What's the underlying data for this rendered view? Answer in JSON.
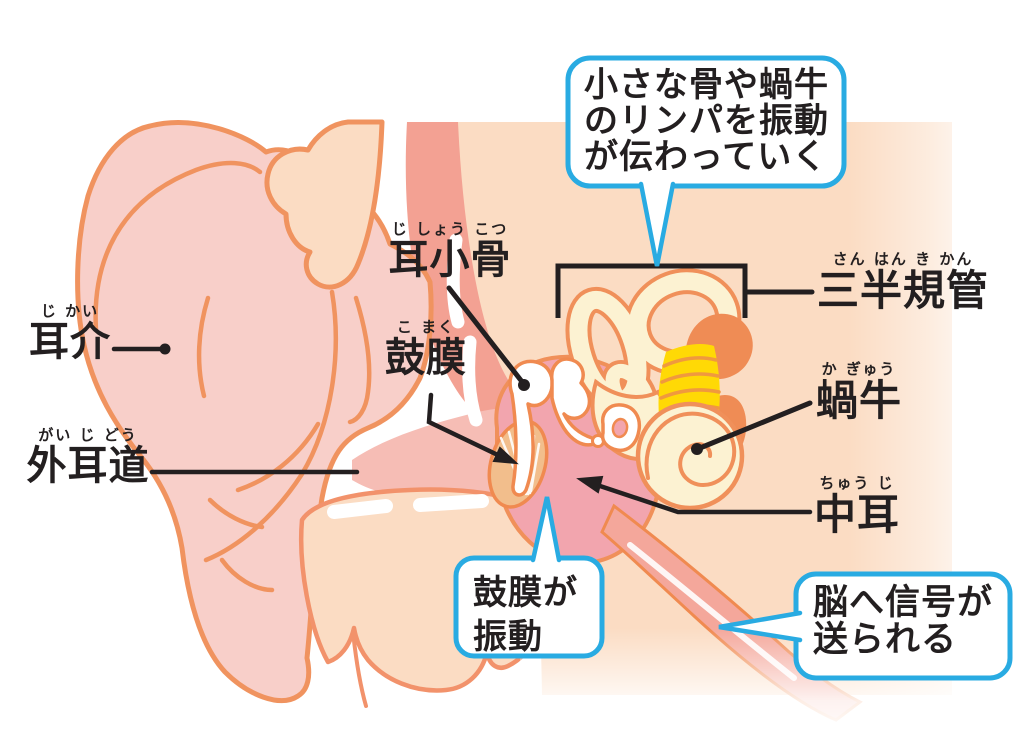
{
  "diagram": {
    "subject": "ear-anatomy-hearing-diagram",
    "language": "ja"
  },
  "labels": {
    "auricle": {
      "furigana": "じ かい",
      "text": "耳介"
    },
    "ear_canal": {
      "furigana": "がい じ どう",
      "text": "外耳道"
    },
    "ossicles": {
      "furigana": "じ しょう こつ",
      "text": "耳小骨"
    },
    "eardrum": {
      "furigana": "こ まく",
      "text": "鼓膜"
    },
    "semicircular_canals": {
      "furigana": "さん はん き かん",
      "text": "三半規管"
    },
    "cochlea": {
      "furigana": "か ぎゅう",
      "text": "蝸牛"
    },
    "middle_ear": {
      "furigana": "ちゅう じ",
      "text": "中耳"
    }
  },
  "callouts": {
    "vibration_path": {
      "lines": [
        "小さな骨や蝸牛",
        "のリンパを振動",
        "が伝わっていく"
      ]
    },
    "eardrum_vibrates": {
      "lines": [
        "鼓膜が",
        "振動"
      ]
    },
    "signal_to_brain": {
      "lines": [
        "脳へ信号が",
        "送られる"
      ]
    }
  },
  "colors": {
    "outline_orange": "#F0905A",
    "skin_peach": "#FBDCC3",
    "pinna_pink": "#F8CFC9",
    "canal_salmon": "#F3A193",
    "canal_inner": "#F6BDB5",
    "middle_ear_pink": "#F2A5AE",
    "inner_ear_cream": "#FCF2D2",
    "eardrum_tan": "#F2BE8C",
    "nerve_yellow": "#FFD905",
    "nerve_stripe_orange": "#F0993E",
    "callout_border_blue": "#29ABE2",
    "ink_black": "#231F20"
  }
}
